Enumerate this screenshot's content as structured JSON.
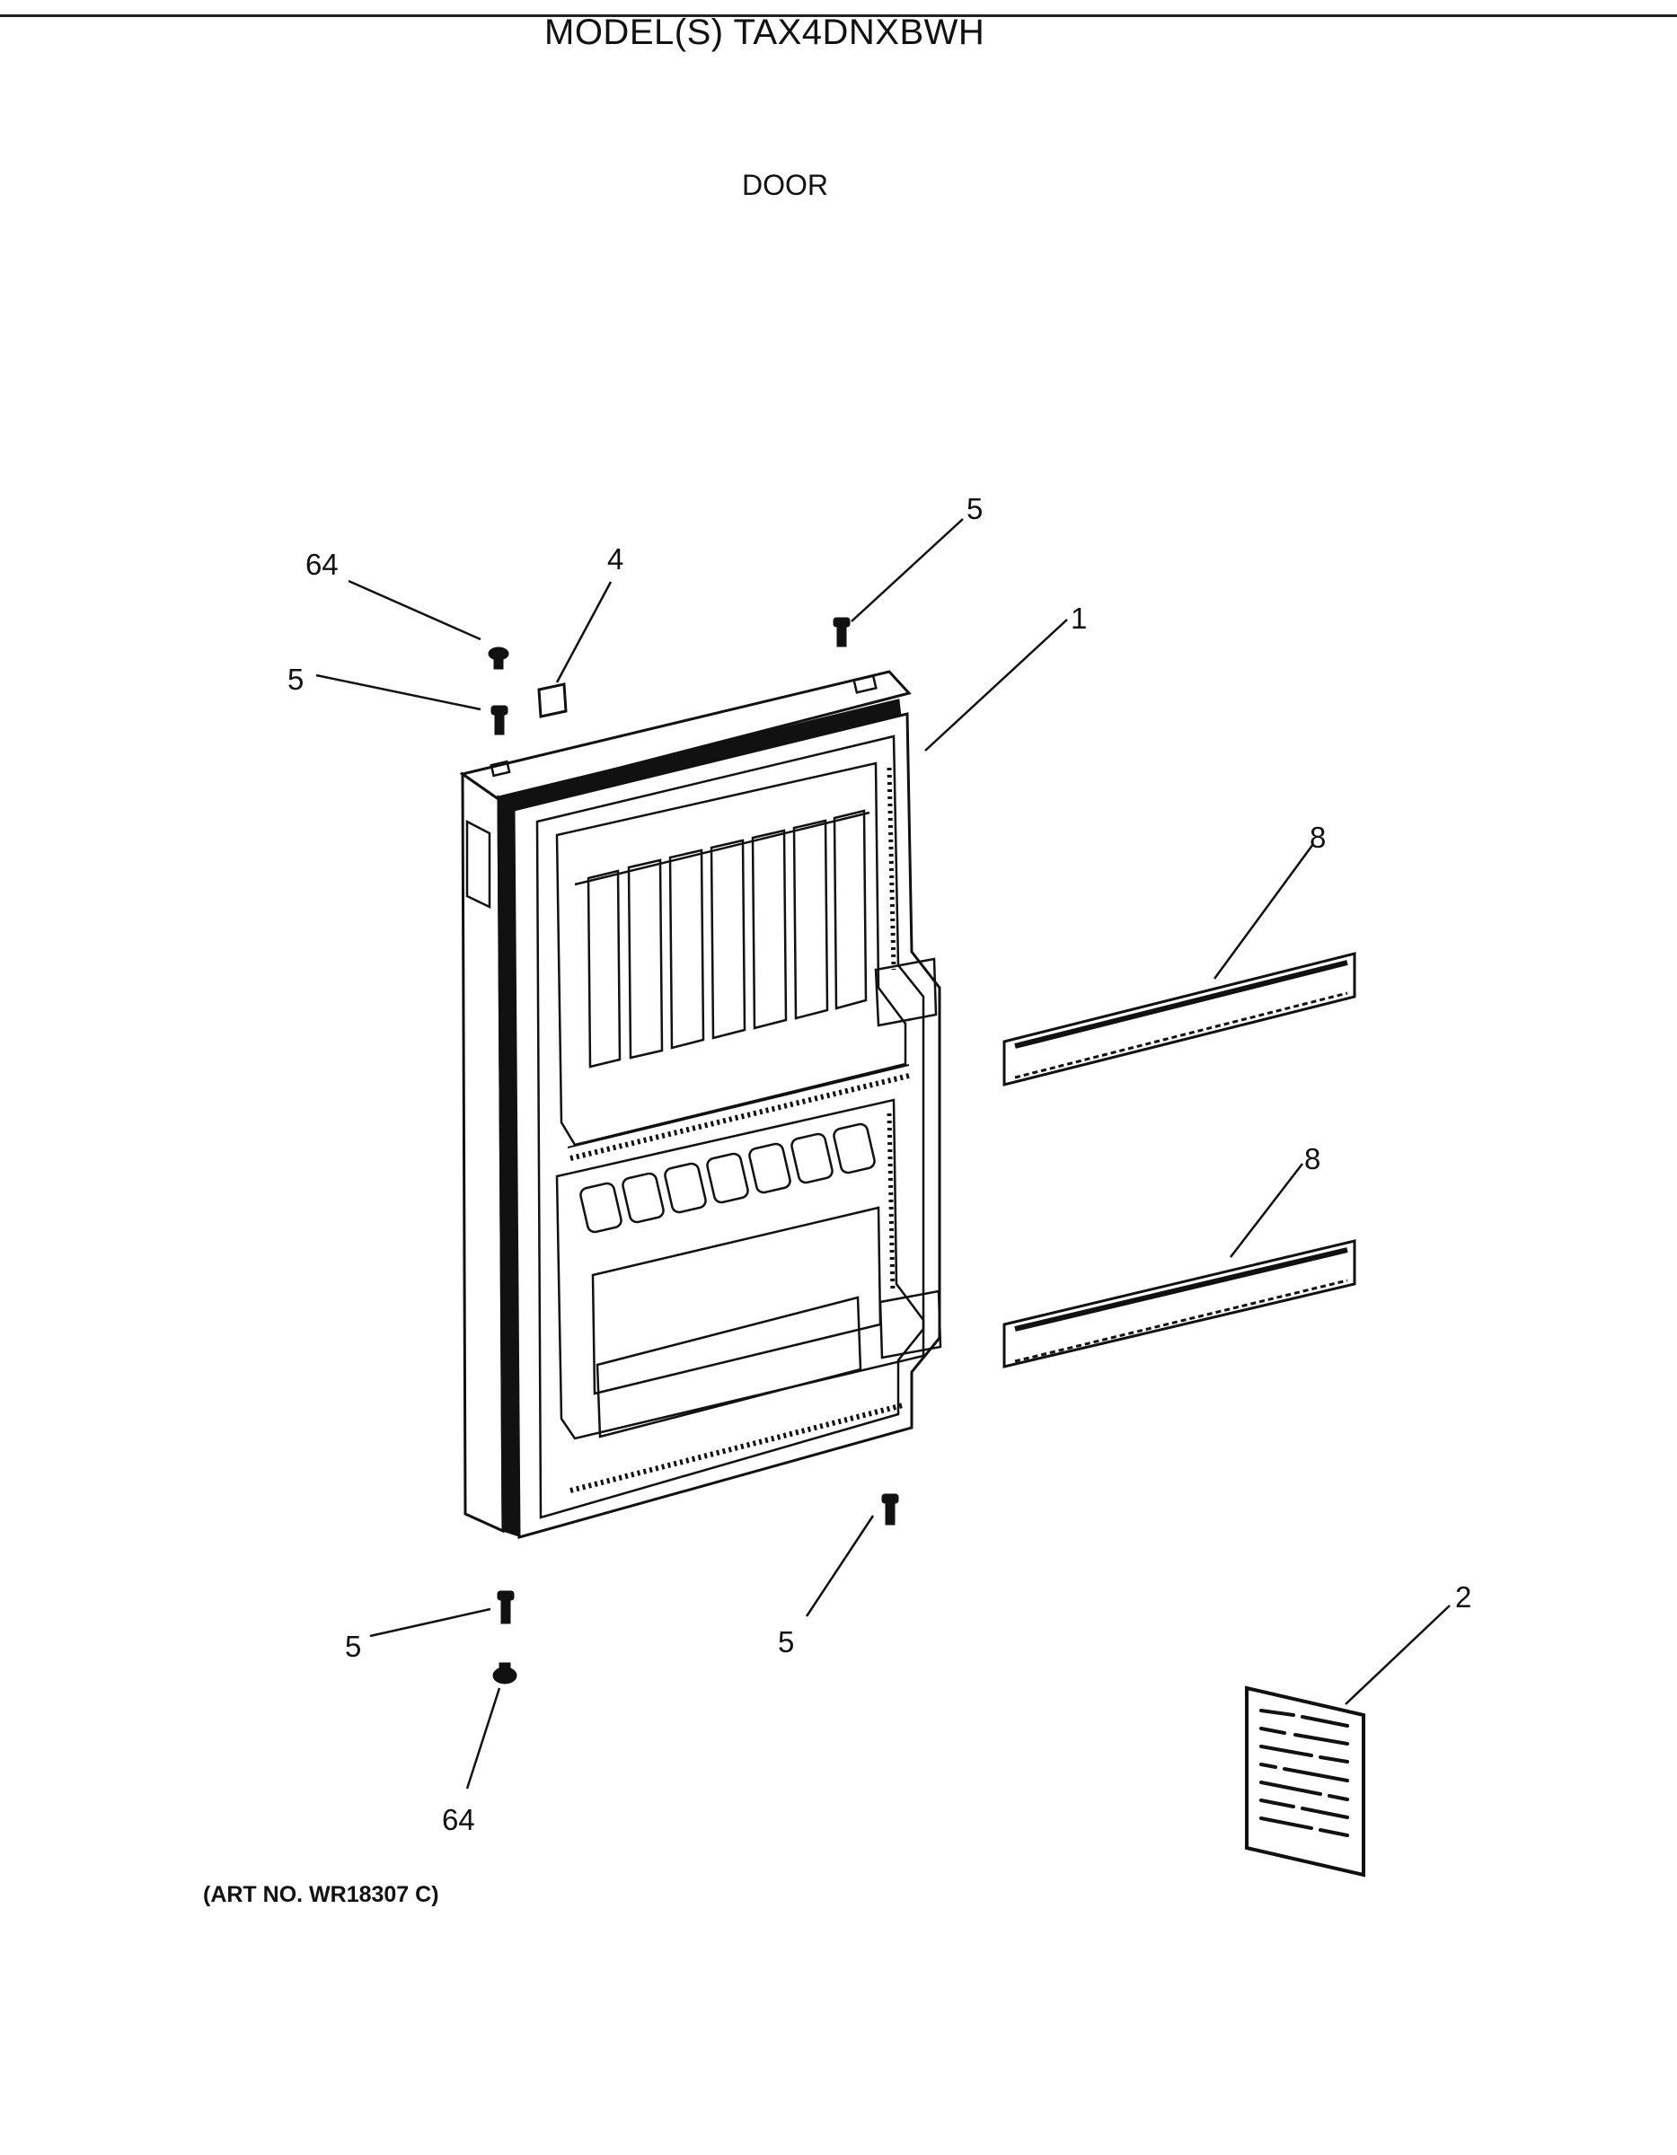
{
  "header": {
    "model_title": "MODEL(S) TAX4DNXBWH",
    "section_title": "DOOR"
  },
  "callouts": {
    "c64_top": "64",
    "c4": "4",
    "c5_top_right": "5",
    "c1": "1",
    "c5_top_left": "5",
    "c8_upper": "8",
    "c8_lower": "8",
    "c2": "2",
    "c5_bottom_left": "5",
    "c5_bottom_center": "5",
    "c64_bottom": "64"
  },
  "footer": {
    "art_no": "(ART NO. WR18307 C)"
  }
}
